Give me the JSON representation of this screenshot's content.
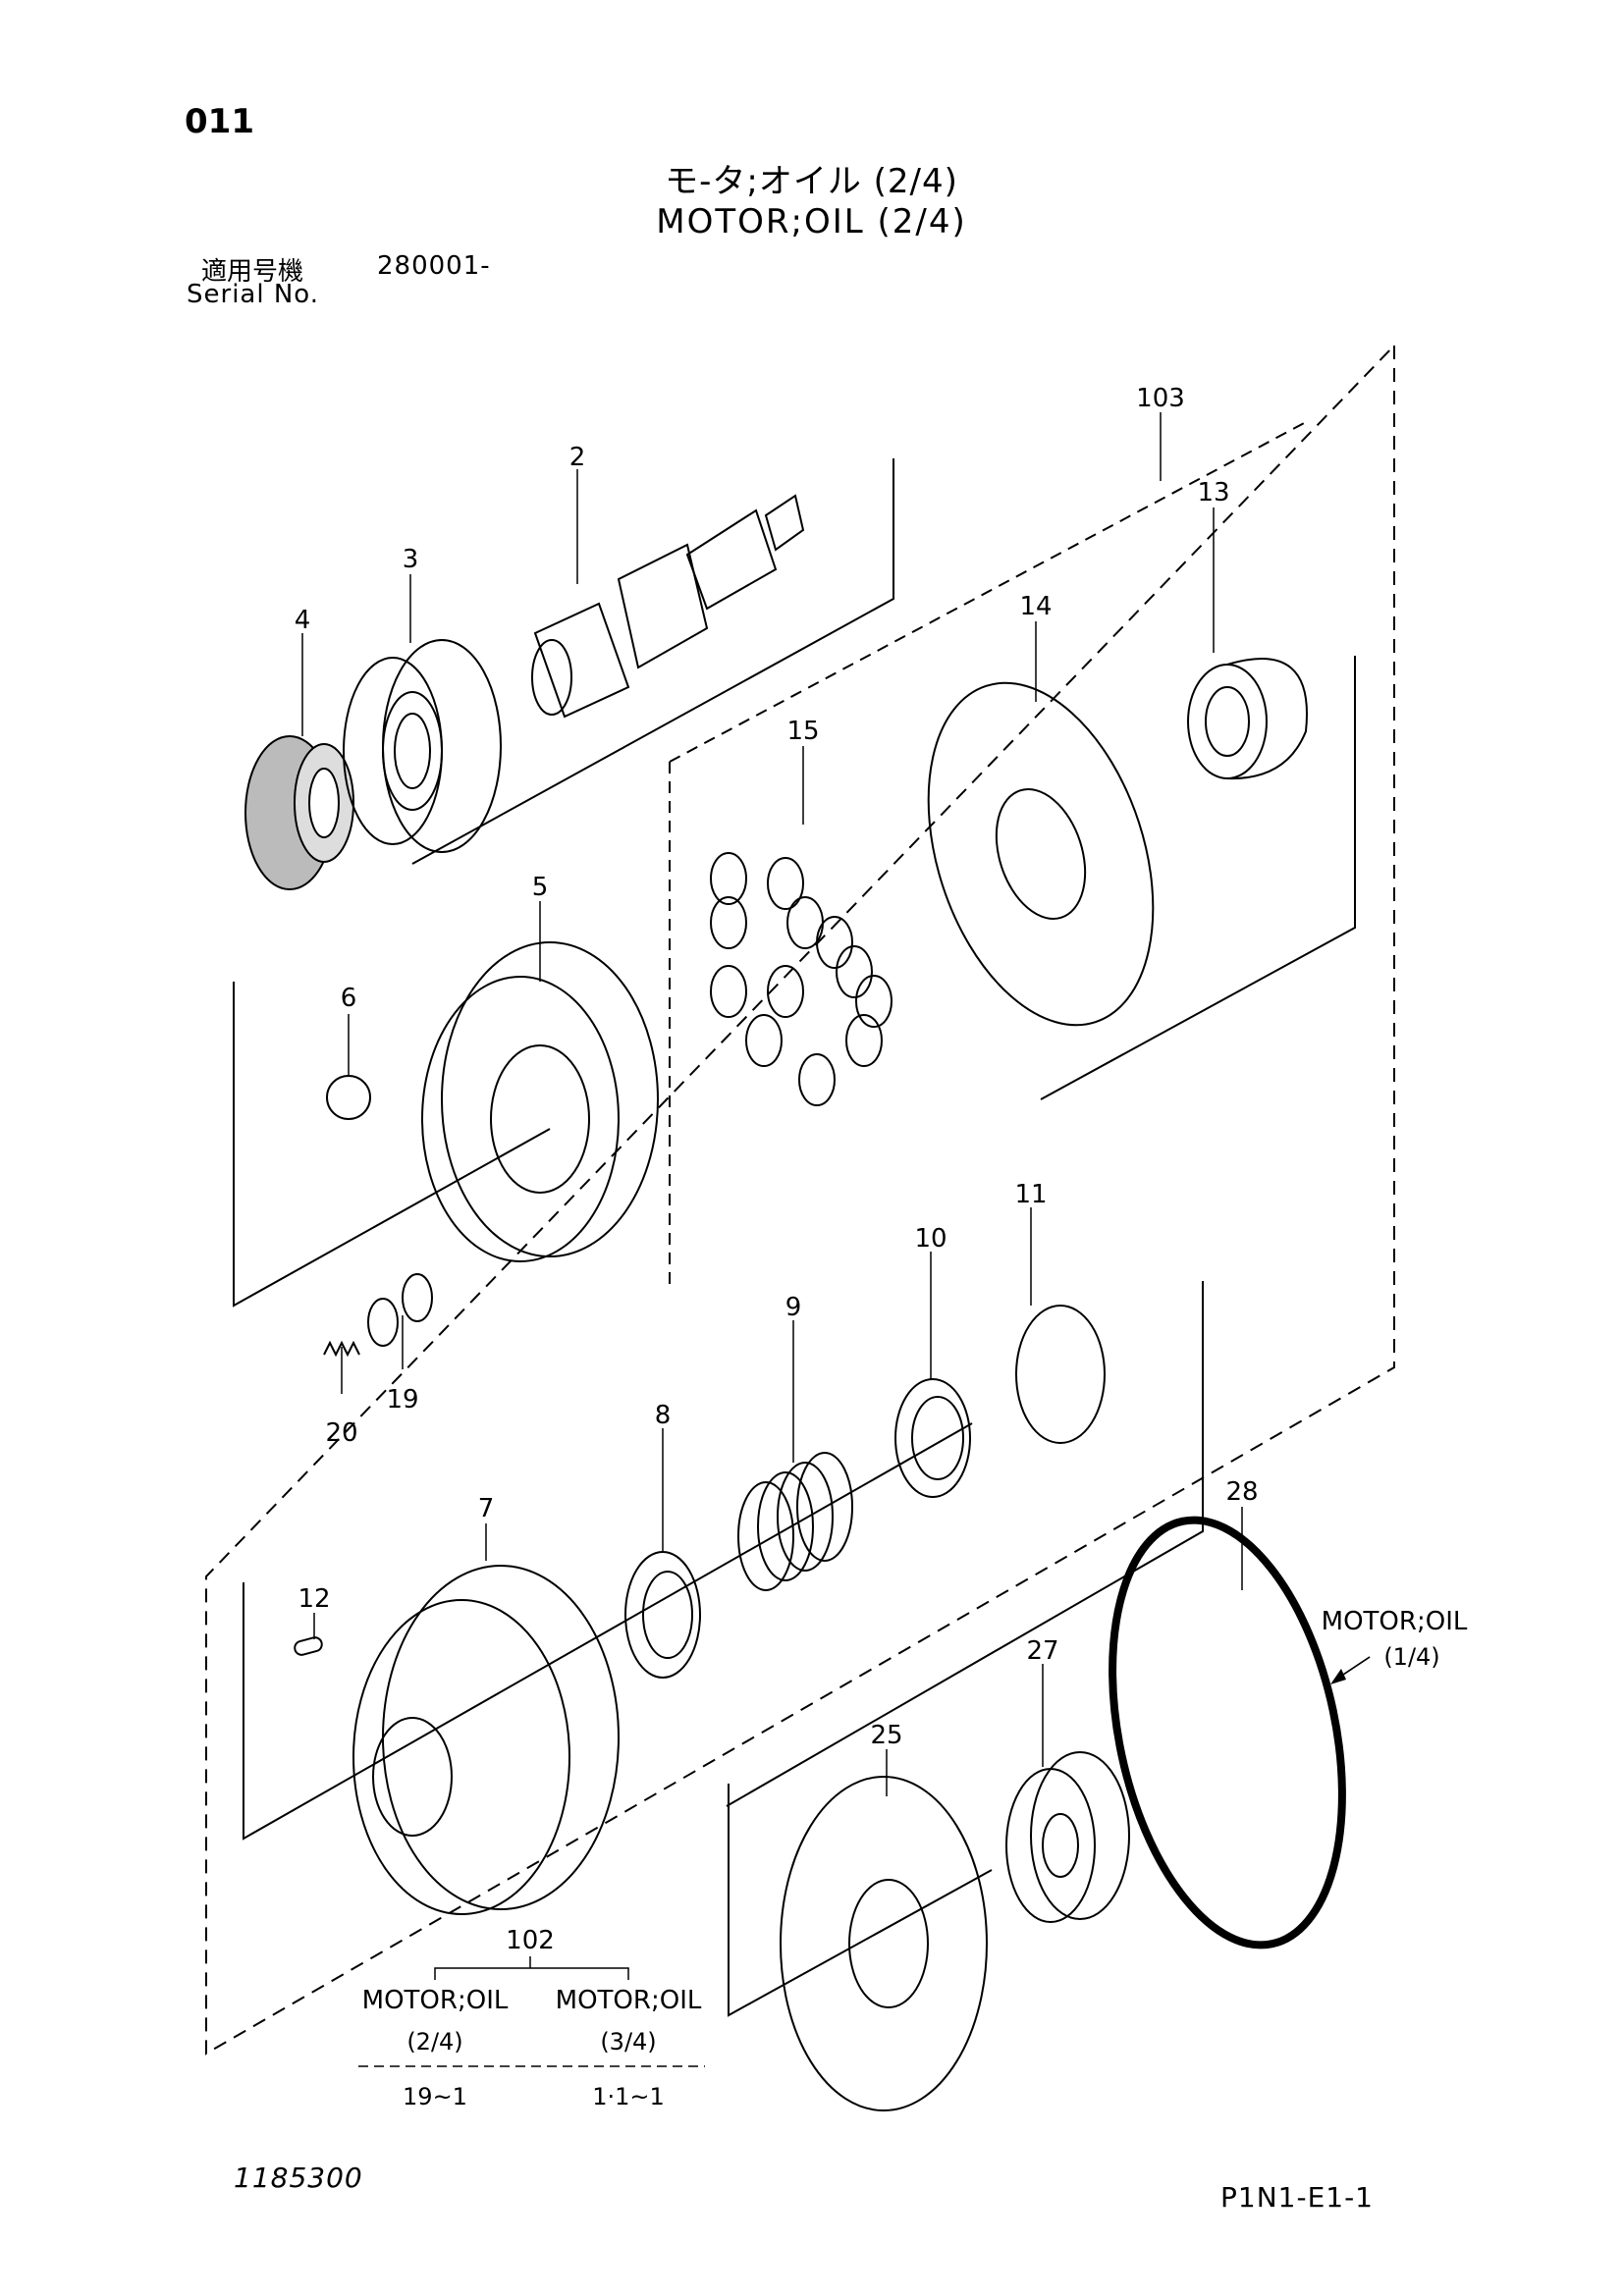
{
  "header": {
    "page_number": "011",
    "title_jp": "モ-タ;オイル (2/4)",
    "title_en": "MOTOR;OIL (2/4)",
    "serial_label_jp": "適用号機",
    "serial_value": "280001-",
    "serial_label_en": "Serial No."
  },
  "callouts": {
    "p2": "2",
    "p3": "3",
    "p4": "4",
    "p5": "5",
    "p6": "6",
    "p7": "7",
    "p8": "8",
    "p9": "9",
    "p10": "10",
    "p11": "11",
    "p12": "12",
    "p13": "13",
    "p14": "14",
    "p15": "15",
    "p19": "19",
    "p20": "20",
    "p25": "25",
    "p27": "27",
    "p28": "28",
    "p102": "102",
    "p103": "103"
  },
  "reference": {
    "text": "MOTOR;OIL",
    "page": "(1/4)"
  },
  "table_102": {
    "columns": [
      {
        "label": "MOTOR;OIL",
        "page": "(2/4)",
        "range": "19~1"
      },
      {
        "label": "MOTOR;OIL",
        "page": "(3/4)",
        "range": "1·1~1"
      }
    ]
  },
  "footer": {
    "document_number": "1185300",
    "page_code": "P1N1-E1-1"
  }
}
